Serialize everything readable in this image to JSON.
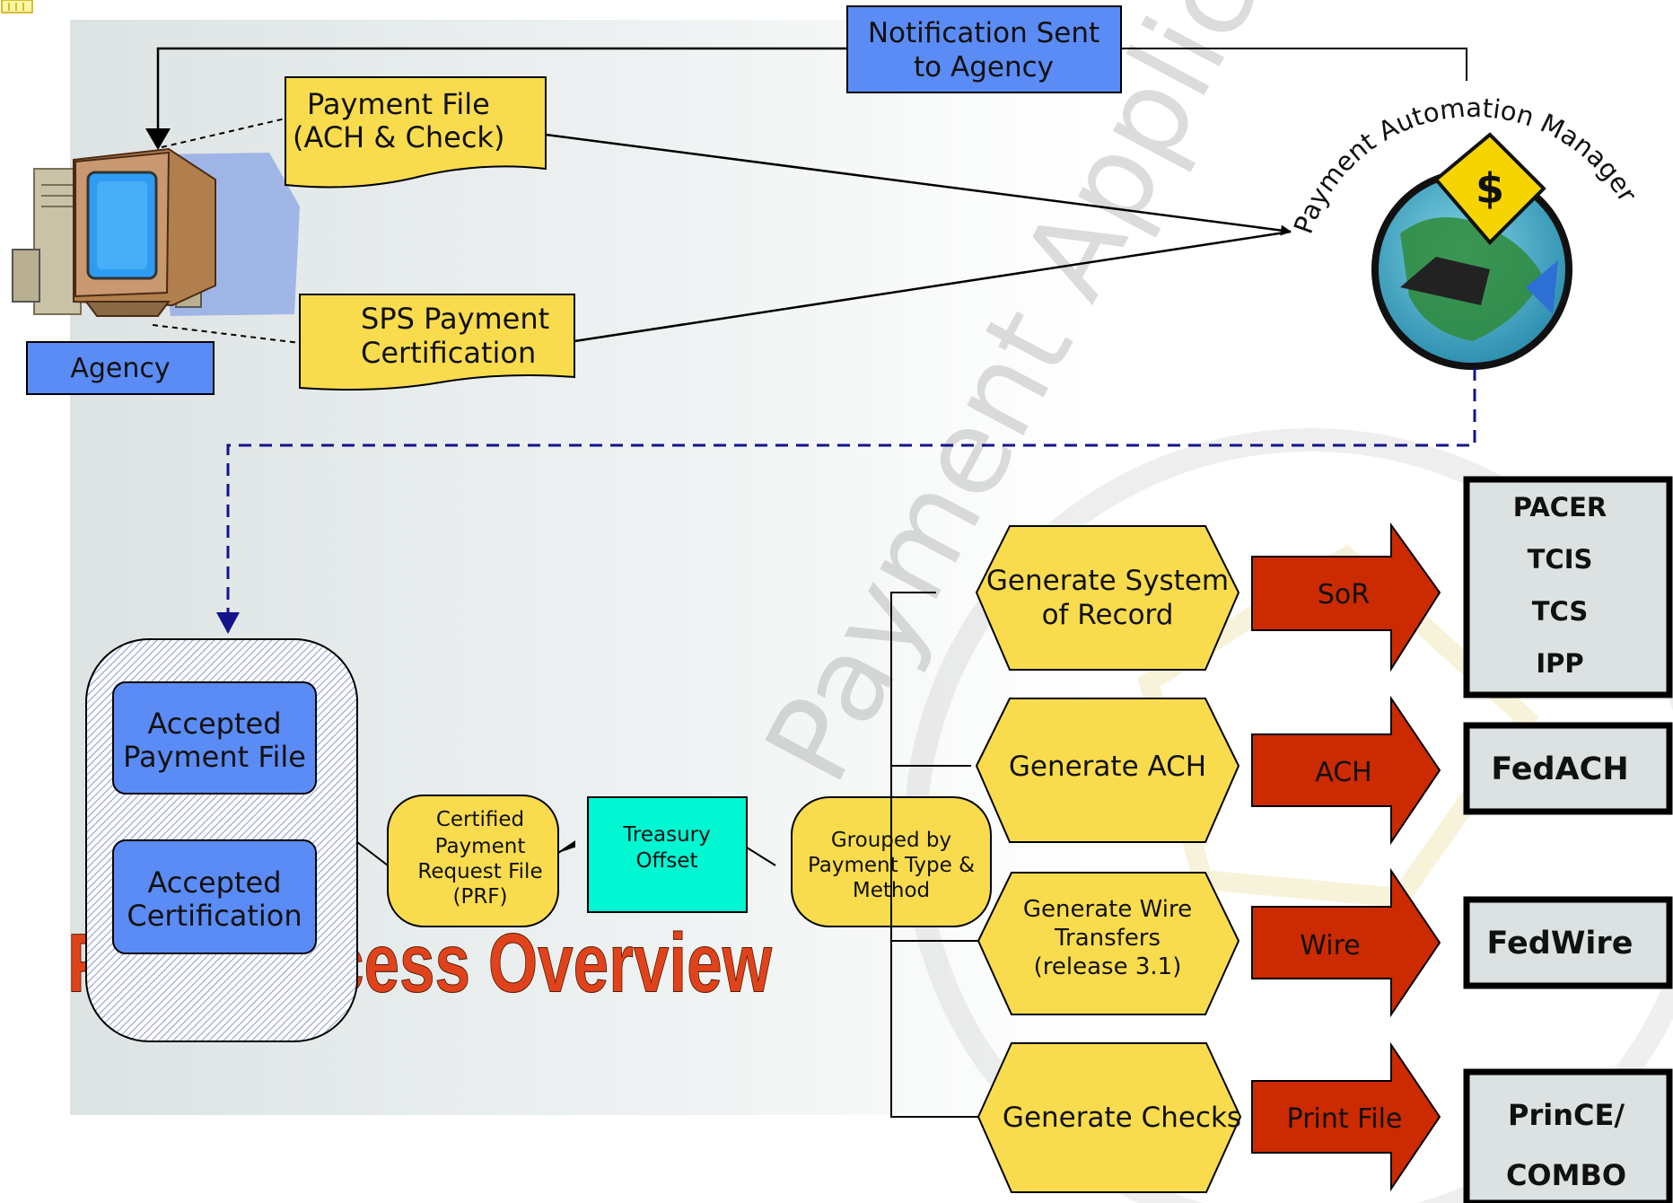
{
  "title": "PAM Process Overview",
  "logo": {
    "text": "Payment Automation Manager",
    "watermark": "Payment Application Modernization"
  },
  "top": {
    "notification": [
      "Notification Sent",
      "to Agency"
    ],
    "payment_file": [
      "Payment File",
      "(ACH & Check)"
    ],
    "sps_cert": [
      "SPS Payment",
      "Certification"
    ],
    "agency": "Agency"
  },
  "flow": {
    "accepted_payment_file": [
      "Accepted",
      "Payment File"
    ],
    "accepted_certification": [
      "Accepted",
      "Certification"
    ],
    "prf": [
      "Certified",
      "Payment",
      "Request File",
      "(PRF)"
    ],
    "treasury_offset": [
      "Treasury",
      "Offset"
    ],
    "grouped": [
      "Grouped by",
      "Payment Type &",
      "Method"
    ]
  },
  "generators": [
    {
      "lines": [
        "Generate System",
        "of Record"
      ],
      "arrow": "SoR",
      "dest": [
        "PACER",
        "TCIS",
        "TCS",
        "IPP"
      ]
    },
    {
      "lines": [
        "Generate ACH"
      ],
      "arrow": "ACH",
      "dest": [
        "FedACH"
      ]
    },
    {
      "lines": [
        "Generate Wire",
        "Transfers",
        "(release 3.1)"
      ],
      "arrow": "Wire",
      "dest": [
        "FedWire"
      ]
    },
    {
      "lines": [
        "Generate Checks"
      ],
      "arrow": "Print File",
      "dest": [
        "PrinCE/",
        "COMBO"
      ]
    }
  ],
  "colors": {
    "blue_box": "#5B8CF5",
    "yellow_box": "#F8DC4E",
    "cyan_box": "#00F7D2",
    "red_arrow": "#CC2A00",
    "title_fill": "#E0431B",
    "dest_fill": "#DCE2E2"
  }
}
